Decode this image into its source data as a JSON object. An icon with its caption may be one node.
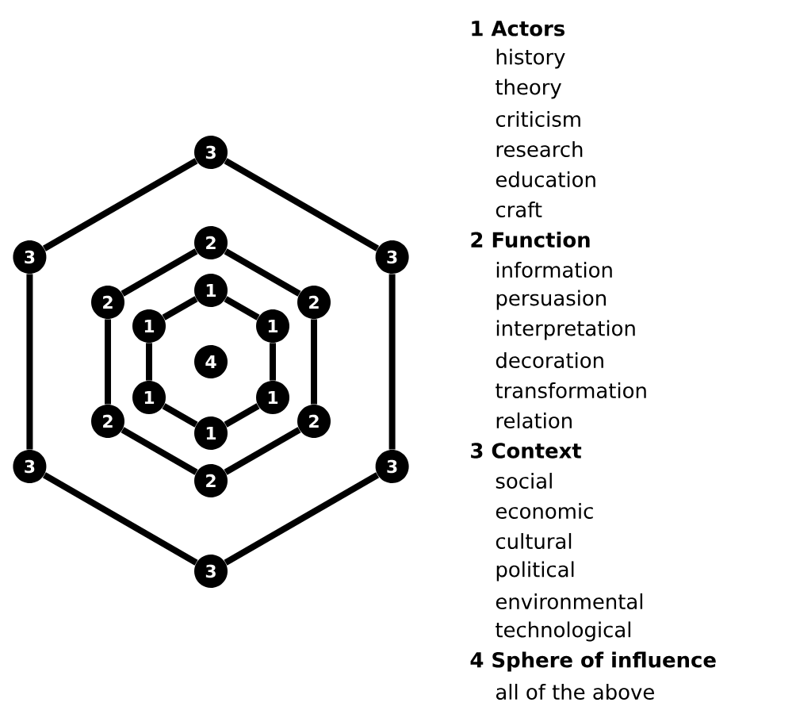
{
  "diagram": {
    "nodes": [
      {
        "text": [
          "3"
        ]
      },
      {
        "text": [
          "3"
        ]
      },
      {
        "text": [
          "3"
        ]
      },
      {
        "text": [
          "3"
        ]
      },
      {
        "text": [
          "3"
        ]
      },
      {
        "text": [
          "3"
        ]
      },
      {
        "text": [
          "2"
        ]
      },
      {
        "text": [
          "2"
        ]
      },
      {
        "text": [
          "2"
        ]
      },
      {
        "text": [
          "2"
        ]
      },
      {
        "text": [
          "2"
        ]
      },
      {
        "text": [
          "2"
        ]
      },
      {
        "text": [
          "1"
        ]
      },
      {
        "text": [
          "1"
        ]
      },
      {
        "text": [
          "1"
        ]
      },
      {
        "text": [
          "1"
        ]
      },
      {
        "text": [
          "1"
        ]
      },
      {
        "text": [
          "1"
        ]
      },
      {
        "text": [
          "4"
        ]
      }
    ],
    "edges": [
      {
        "from": 0,
        "to": 1,
        "arrow": "none"
      },
      {
        "from": 1,
        "to": 2,
        "arrow": "none"
      },
      {
        "from": 2,
        "to": 3,
        "arrow": "none"
      },
      {
        "from": 3,
        "to": 4,
        "arrow": "none"
      },
      {
        "from": 4,
        "to": 5,
        "arrow": "none"
      },
      {
        "from": 5,
        "to": 0,
        "arrow": "none"
      },
      {
        "from": 6,
        "to": 7,
        "arrow": "none"
      },
      {
        "from": 7,
        "to": 8,
        "arrow": "none"
      },
      {
        "from": 8,
        "to": 9,
        "arrow": "none"
      },
      {
        "from": 9,
        "to": 10,
        "arrow": "none"
      },
      {
        "from": 10,
        "to": 11,
        "arrow": "none"
      },
      {
        "from": 11,
        "to": 6,
        "arrow": "none"
      },
      {
        "from": 12,
        "to": 13,
        "arrow": "none"
      },
      {
        "from": 13,
        "to": 14,
        "arrow": "none"
      },
      {
        "from": 14,
        "to": 15,
        "arrow": "none"
      },
      {
        "from": 15,
        "to": 16,
        "arrow": "none"
      },
      {
        "from": 16,
        "to": 17,
        "arrow": "none"
      },
      {
        "from": 17,
        "to": 12,
        "arrow": "none"
      }
    ],
    "labels": [
      "1 Actors",
      "history",
      "theory",
      "criticism",
      "research",
      "education",
      "craft",
      "2 Function",
      "information",
      "persuasion",
      "interpretation",
      "decoration",
      "transformation",
      "relation",
      "3 Context",
      "social",
      "economic",
      "cultural",
      "political",
      "environmental",
      "technological",
      "4 Sphere of influence",
      "all of the above"
    ]
  }
}
